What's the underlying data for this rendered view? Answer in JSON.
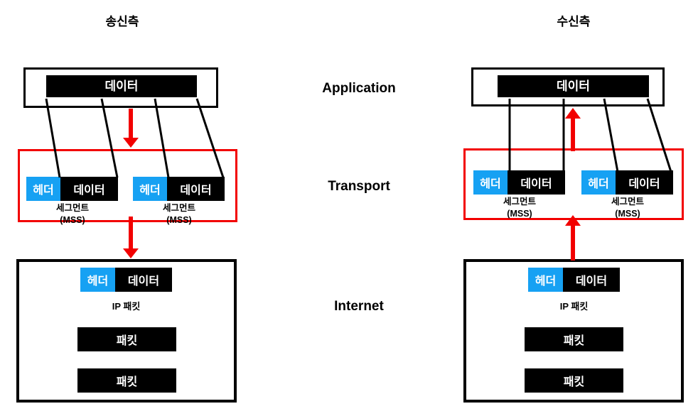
{
  "titles": {
    "sender": "송신측",
    "receiver": "수신측"
  },
  "layers": {
    "application": "Application",
    "transport": "Transport",
    "internet": "Internet"
  },
  "blocks": {
    "data": "데이터",
    "header": "헤더",
    "segment": "세그먼트",
    "mss": "(MSS)",
    "ip_packet": "IP 패킷",
    "packet": "패킷"
  },
  "colors": {
    "header_blue": "#16a1f3",
    "accent_red": "#f20000",
    "block_black": "#000000"
  }
}
